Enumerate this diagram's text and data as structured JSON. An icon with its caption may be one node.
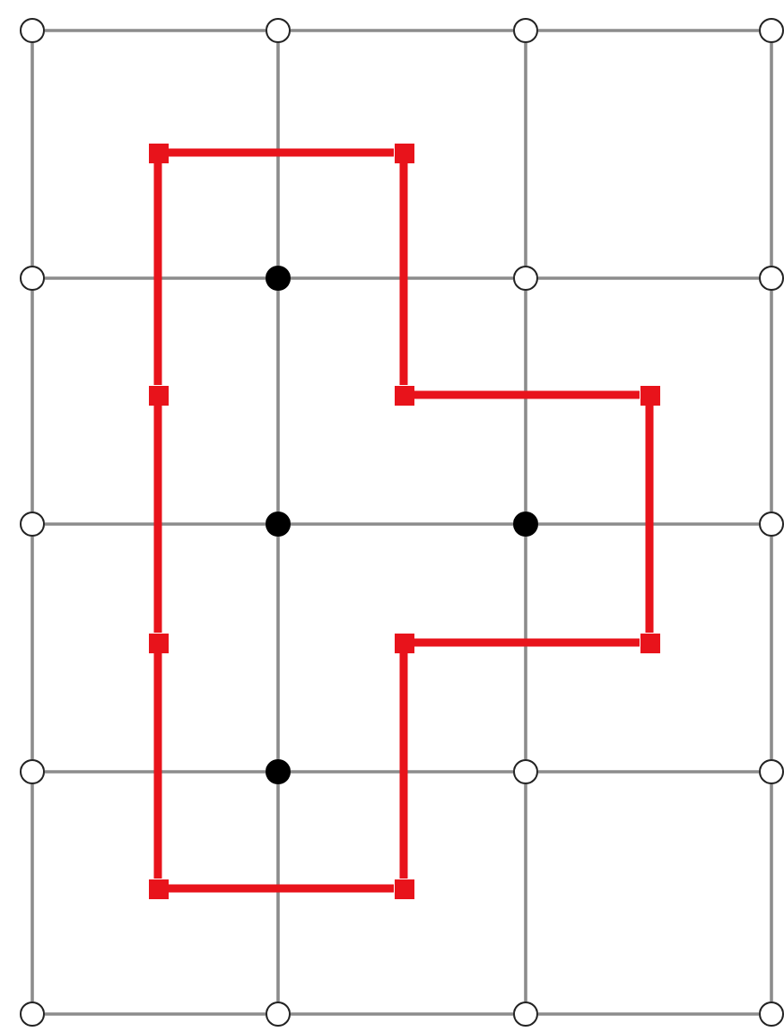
{
  "diagram": {
    "nodes": [
      {
        "text": [],
        "shape": "circle"
      },
      {
        "text": [],
        "shape": "circle"
      },
      {
        "text": [],
        "shape": "circle"
      },
      {
        "text": [],
        "shape": "circle"
      },
      {
        "text": [],
        "shape": "box"
      },
      {
        "text": [],
        "shape": "box"
      },
      {
        "text": [],
        "shape": "circle"
      },
      {
        "text": [],
        "shape": "dot"
      },
      {
        "text": [],
        "shape": "circle"
      },
      {
        "text": [],
        "shape": "circle"
      },
      {
        "text": [],
        "shape": "box"
      },
      {
        "text": [],
        "shape": "box"
      },
      {
        "text": [],
        "shape": "box"
      },
      {
        "text": [],
        "shape": "circle"
      },
      {
        "text": [],
        "shape": "dot"
      },
      {
        "text": [],
        "shape": "dot"
      },
      {
        "text": [],
        "shape": "circle"
      },
      {
        "text": [],
        "shape": "box"
      },
      {
        "text": [],
        "shape": "box"
      },
      {
        "text": [],
        "shape": "box"
      },
      {
        "text": [],
        "shape": "circle"
      },
      {
        "text": [],
        "shape": "dot"
      },
      {
        "text": [],
        "shape": "circle"
      },
      {
        "text": [],
        "shape": "circle"
      },
      {
        "text": [],
        "shape": "box"
      },
      {
        "text": [],
        "shape": "box"
      },
      {
        "text": [],
        "shape": "circle"
      },
      {
        "text": [],
        "shape": "circle"
      },
      {
        "text": [],
        "shape": "circle"
      },
      {
        "text": [],
        "shape": "circle"
      }
    ],
    "edges": [
      {
        "from": 0,
        "to": 1,
        "arrow": "none"
      },
      {
        "from": 1,
        "to": 2,
        "arrow": "none"
      },
      {
        "from": 2,
        "to": 3,
        "arrow": "none"
      },
      {
        "from": 6,
        "to": 7,
        "arrow": "none"
      },
      {
        "from": 7,
        "to": 8,
        "arrow": "none"
      },
      {
        "from": 8,
        "to": 9,
        "arrow": "none"
      },
      {
        "from": 13,
        "to": 14,
        "arrow": "none"
      },
      {
        "from": 14,
        "to": 15,
        "arrow": "none"
      },
      {
        "from": 15,
        "to": 16,
        "arrow": "none"
      },
      {
        "from": 20,
        "to": 21,
        "arrow": "none"
      },
      {
        "from": 21,
        "to": 22,
        "arrow": "none"
      },
      {
        "from": 22,
        "to": 23,
        "arrow": "none"
      },
      {
        "from": 26,
        "to": 27,
        "arrow": "none"
      },
      {
        "from": 27,
        "to": 28,
        "arrow": "none"
      },
      {
        "from": 28,
        "to": 29,
        "arrow": "none"
      },
      {
        "from": 0,
        "to": 6,
        "arrow": "none"
      },
      {
        "from": 6,
        "to": 13,
        "arrow": "none"
      },
      {
        "from": 13,
        "to": 20,
        "arrow": "none"
      },
      {
        "from": 20,
        "to": 26,
        "arrow": "none"
      },
      {
        "from": 1,
        "to": 7,
        "arrow": "none"
      },
      {
        "from": 7,
        "to": 14,
        "arrow": "none"
      },
      {
        "from": 14,
        "to": 21,
        "arrow": "none"
      },
      {
        "from": 21,
        "to": 27,
        "arrow": "none"
      },
      {
        "from": 2,
        "to": 8,
        "arrow": "none"
      },
      {
        "from": 8,
        "to": 15,
        "arrow": "none"
      },
      {
        "from": 15,
        "to": 22,
        "arrow": "none"
      },
      {
        "from": 22,
        "to": 28,
        "arrow": "none"
      },
      {
        "from": 3,
        "to": 9,
        "arrow": "none"
      },
      {
        "from": 9,
        "to": 16,
        "arrow": "none"
      },
      {
        "from": 16,
        "to": 23,
        "arrow": "none"
      },
      {
        "from": 23,
        "to": 29,
        "arrow": "none"
      },
      {
        "from": 4,
        "to": 5,
        "arrow": "none",
        "style": "thick",
        "color": "#e8131b"
      },
      {
        "from": 5,
        "to": 11,
        "arrow": "none",
        "style": "thick",
        "color": "#e8131b"
      },
      {
        "from": 11,
        "to": 12,
        "arrow": "none",
        "style": "thick",
        "color": "#e8131b"
      },
      {
        "from": 12,
        "to": 19,
        "arrow": "none",
        "style": "thick",
        "color": "#e8131b"
      },
      {
        "from": 19,
        "to": 18,
        "arrow": "none",
        "style": "thick",
        "color": "#e8131b"
      },
      {
        "from": 18,
        "to": 25,
        "arrow": "none",
        "style": "thick",
        "color": "#e8131b"
      },
      {
        "from": 25,
        "to": 24,
        "arrow": "none",
        "style": "thick",
        "color": "#e8131b"
      },
      {
        "from": 24,
        "to": 17,
        "arrow": "none",
        "style": "thick",
        "color": "#e8131b"
      },
      {
        "from": 17,
        "to": 10,
        "arrow": "none",
        "style": "thick",
        "color": "#e8131b"
      },
      {
        "from": 10,
        "to": 4,
        "arrow": "none",
        "style": "thick",
        "color": "#e8131b"
      }
    ]
  }
}
